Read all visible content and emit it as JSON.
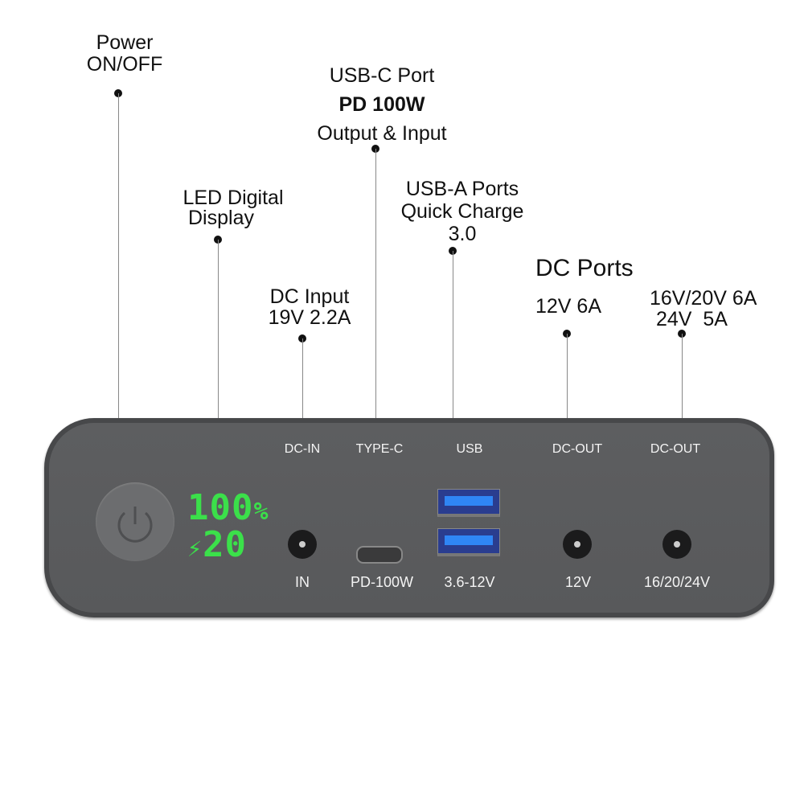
{
  "callouts": {
    "power": {
      "line1": "Power",
      "line2": "ON/OFF"
    },
    "led": {
      "line1": "LED Digital",
      "line2": "Display"
    },
    "dc_input": {
      "line1": "DC Input",
      "line2": "19V 2.2A"
    },
    "usbc": {
      "line1": "USB-C Port",
      "line2": "PD 100W",
      "line3": "Output & Input"
    },
    "usba": {
      "line1": "USB-A Ports",
      "line2": "Quick Charge",
      "line3": "3.0"
    },
    "dc_ports_title": "DC Ports",
    "dc12": {
      "line1": "12V 6A"
    },
    "dc24": {
      "line1": "16V/20V 6A",
      "line2": "24V  5A"
    }
  },
  "device": {
    "top_labels": [
      "DC-IN",
      "TYPE-C",
      "USB",
      "DC-OUT",
      "DC-OUT"
    ],
    "bottom_labels": [
      "IN",
      "PD-100W",
      "3.6-12V",
      "12V",
      "16/20/24V"
    ],
    "display": {
      "percent": "100",
      "percent_sign": "%",
      "power": "20",
      "charging_icon": "lightning-icon"
    },
    "power_icon": "power-icon",
    "colors": {
      "body": "#58595b",
      "lcd": "#3be04a",
      "usb": "#2f86f5"
    }
  }
}
